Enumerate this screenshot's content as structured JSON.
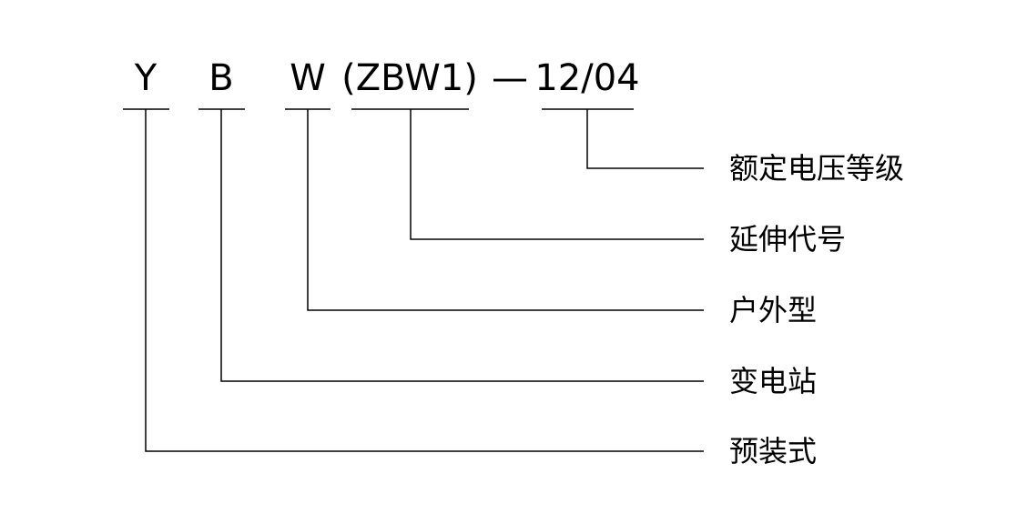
{
  "code": {
    "y": "Y",
    "b": "B",
    "w": "W",
    "ext": "(ZBW1)",
    "dash": "—",
    "rating": "12/04"
  },
  "labels": {
    "voltage": "额定电压等级",
    "ext": "延伸代号",
    "outdoor": "户外型",
    "substation": "变电站",
    "prefab": "预装式"
  }
}
